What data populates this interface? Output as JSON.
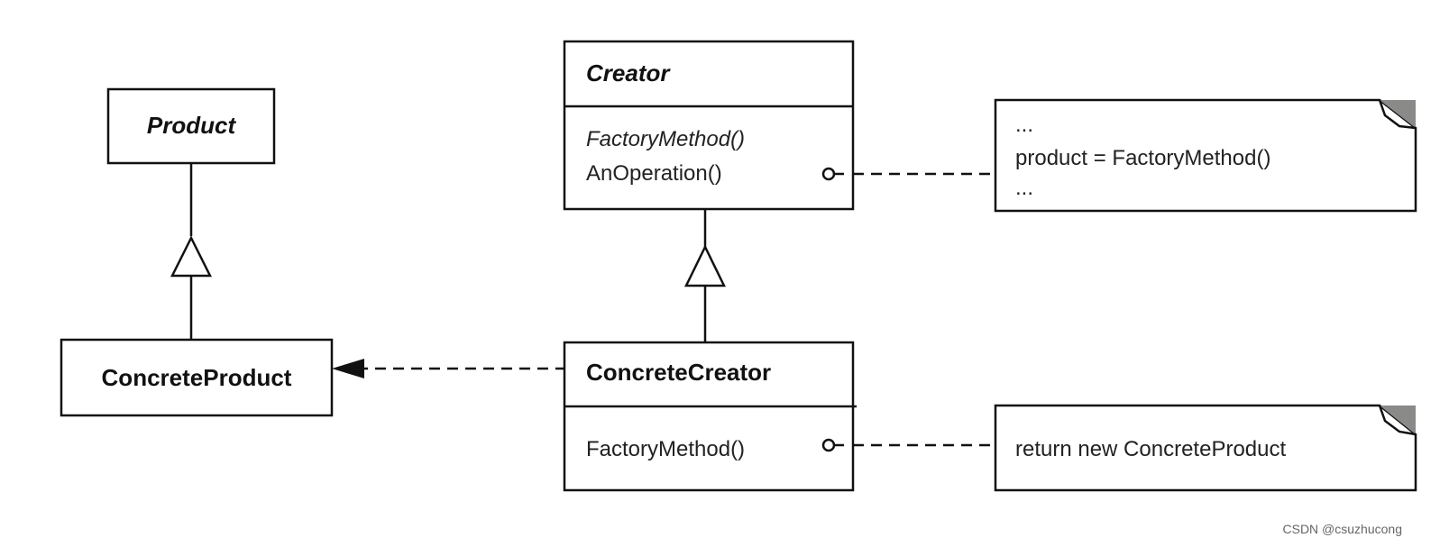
{
  "classes": {
    "product": {
      "name": "Product"
    },
    "concrete_product": {
      "name": "ConcreteProduct"
    },
    "creator": {
      "name": "Creator",
      "operations": [
        "FactoryMethod()",
        "AnOperation()"
      ]
    },
    "concrete_creator": {
      "name": "ConcreteCreator",
      "operations": [
        "FactoryMethod()"
      ]
    }
  },
  "notes": {
    "an_operation": {
      "lines": [
        "...",
        "product = FactoryMethod()",
        "..."
      ]
    },
    "factory_method": {
      "lines": [
        "return new ConcreteProduct"
      ]
    }
  },
  "watermark": "CSDN @csuzhucong",
  "colors": {
    "line": "#111111",
    "note_corner": "#8a8a88",
    "background": "#ffffff"
  }
}
